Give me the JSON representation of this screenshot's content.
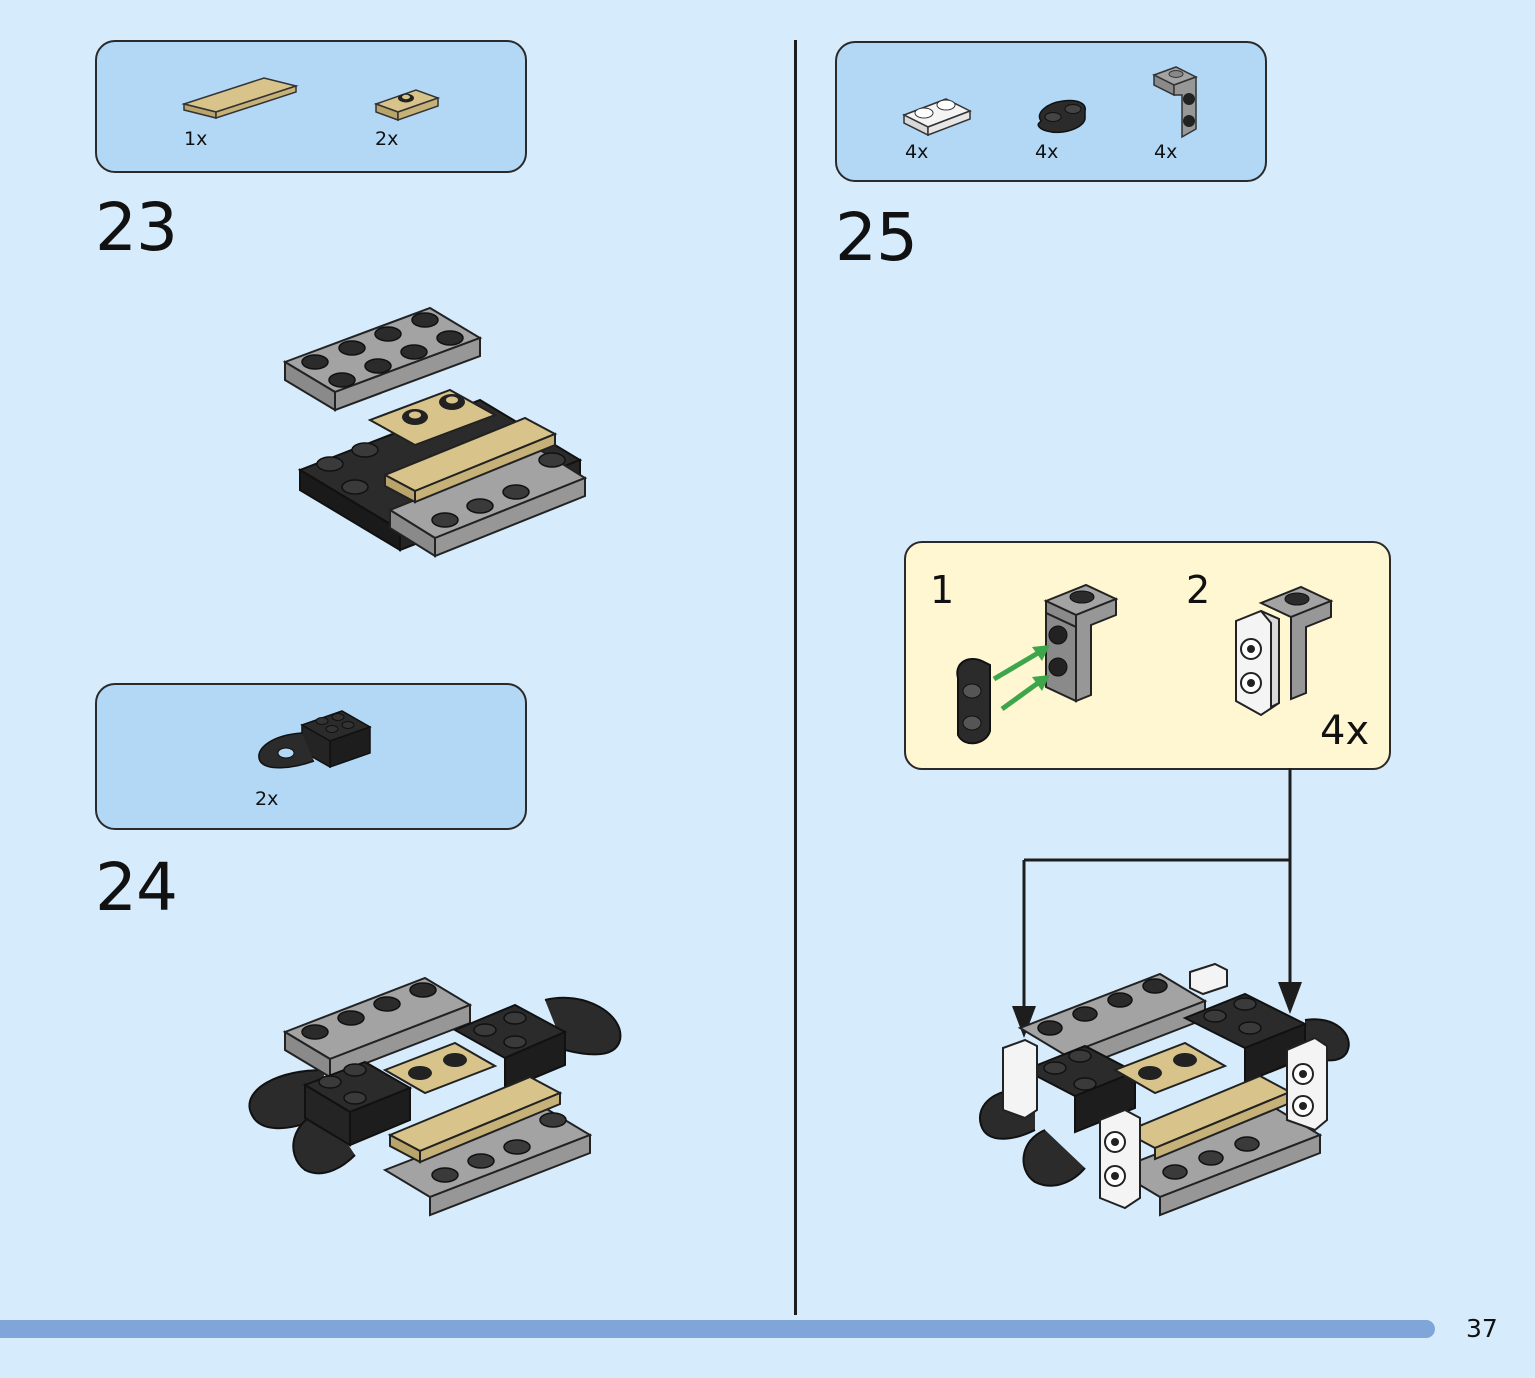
{
  "colors": {
    "page_background": "#d6ebfb",
    "parts_box": "#b3d8f5",
    "callout_box": "#fff6d2",
    "progress_bar": "#80a6d9",
    "brick_dark_gray": "#2b2b2b",
    "brick_light_gray": "#a3a3a3",
    "brick_tan": "#d8c48a",
    "brick_white": "#f4f4f4",
    "arrow_green": "#3da64a"
  },
  "step23": {
    "number": "23",
    "parts": [
      {
        "name": "tan-tile-1x6",
        "qty": "1x"
      },
      {
        "name": "tan-plate-jumper",
        "qty": "2x"
      }
    ]
  },
  "step24": {
    "number": "24",
    "parts": [
      {
        "name": "black-brick-with-clip",
        "qty": "2x"
      }
    ]
  },
  "step25": {
    "number": "25",
    "parts": [
      {
        "name": "white-plate-1x2",
        "qty": "4x"
      },
      {
        "name": "black-rounded-plate-1x2",
        "qty": "4x"
      },
      {
        "name": "gray-bracket",
        "qty": "4x"
      }
    ],
    "callout": {
      "substep1": "1",
      "substep2": "2",
      "multiplier": "4x"
    }
  },
  "page_number": "37"
}
